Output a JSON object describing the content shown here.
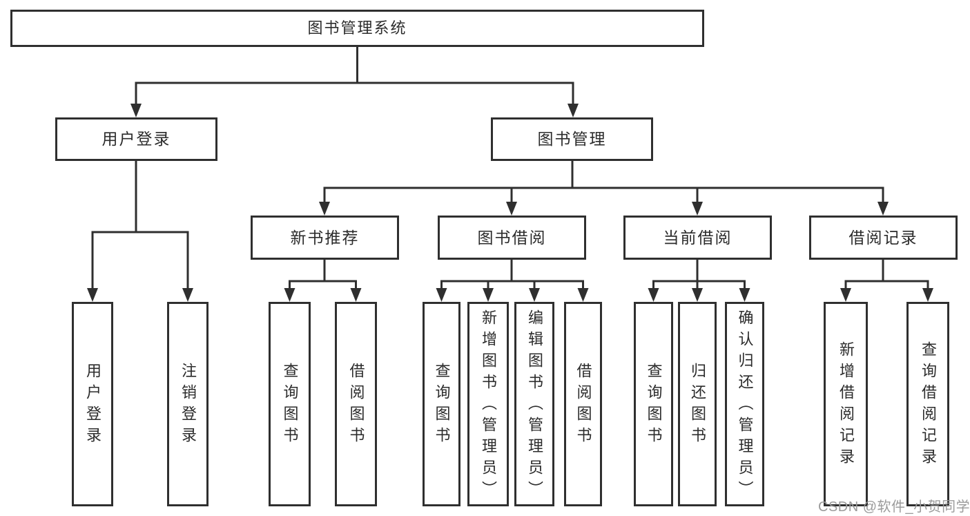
{
  "diagram": {
    "root": "图书管理系统",
    "user": {
      "label": "用户登录",
      "children": {
        "login": "用户登录",
        "logout": "注销登录"
      }
    },
    "management": {
      "label": "图书管理",
      "sections": {
        "recommend": {
          "label": "新书推荐",
          "children": {
            "query": "查询图书",
            "borrow": "借阅图书"
          }
        },
        "borrowing": {
          "label": "图书借阅",
          "children": {
            "query": "查询图书",
            "add": "新增图书（管理员）",
            "edit": "编辑图书（管理员）",
            "borrow": "借阅图书"
          }
        },
        "current": {
          "label": "当前借阅",
          "children": {
            "query": "查询图书",
            "return": "归还图书",
            "confirm": "确认归还（管理员）"
          }
        },
        "records": {
          "label": "借阅记录",
          "children": {
            "add": "新增借阅记录",
            "query": "查询借阅记录"
          }
        }
      }
    }
  },
  "watermark": "CSDN @软件_小贺同学",
  "colors": {
    "line": "#2f2f2f",
    "text": "#2b2b2b",
    "watermark": "#9b9b9b",
    "background": "#ffffff"
  }
}
